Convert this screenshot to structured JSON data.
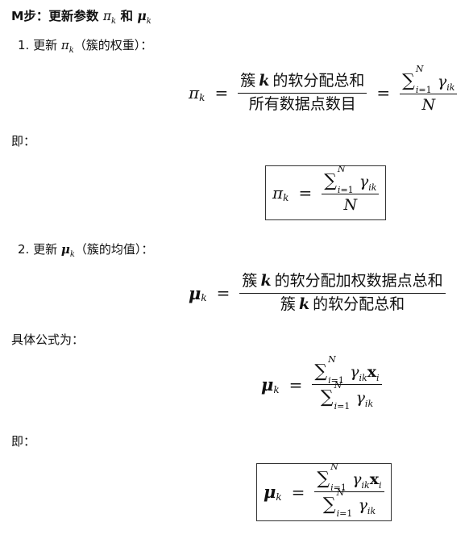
{
  "heading": {
    "prefix": "M步：更新参数 ",
    "pi": "π",
    "sub": "k",
    "and": " 和 ",
    "mu": "μ"
  },
  "step1": {
    "number": "1.",
    "text_before": "更新 ",
    "pi": "π",
    "sub": "k",
    "text_after": "（簇的权重）："
  },
  "eq1": {
    "lhs": "π",
    "lhs_sub": "k",
    "eq": "=",
    "num_before": "簇",
    "num_k": "k",
    "num_after": "的软分配总和",
    "den": "所有数据点数目",
    "eq2": "=",
    "sum": "∑",
    "sum_sup": "N",
    "sum_low_var": "i",
    "sum_low_rest": "=1",
    "gamma": "γ",
    "gamma_sub": "ik",
    "den2": "N"
  },
  "ji1": "即：",
  "eq2": {
    "lhs": "π",
    "lhs_sub": "k",
    "eq": "=",
    "sum": "∑",
    "sum_sup": "N",
    "sum_low_var": "i",
    "sum_low_rest": "=1",
    "gamma": "γ",
    "gamma_sub": "ik",
    "den": "N"
  },
  "step2": {
    "number": "2.",
    "text_before": "更新 ",
    "mu": "μ",
    "sub": "k",
    "text_after": "（簇的均值）："
  },
  "eq3": {
    "lhs": "μ",
    "lhs_sub": "k",
    "eq": "=",
    "num_before": "簇",
    "num_k": "k",
    "num_after": "的软分配加权数据点总和",
    "den_before": "簇",
    "den_k": "k",
    "den_after": "的软分配总和"
  },
  "formula_label": "具体公式为：",
  "eq4": {
    "lhs": "μ",
    "lhs_sub": "k",
    "eq": "=",
    "sum": "∑",
    "sum_sup": "N",
    "sum_low_var": "i",
    "sum_low_rest": "=1",
    "gamma": "γ",
    "gamma_sub": "ik",
    "x": "x",
    "x_sub": "i"
  },
  "ji2": "即：",
  "eq5": {
    "lhs": "μ",
    "lhs_sub": "k",
    "eq": "=",
    "sum": "∑",
    "sum_sup": "N",
    "sum_low_var": "i",
    "sum_low_rest": "=1",
    "gamma": "γ",
    "gamma_sub": "ik",
    "x": "x",
    "x_sub": "i"
  }
}
